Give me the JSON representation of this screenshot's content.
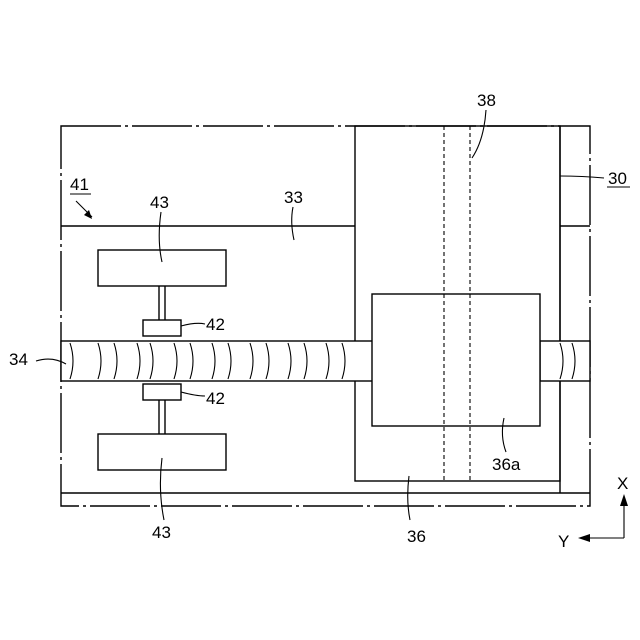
{
  "labels": {
    "ref_30": "30",
    "ref_33": "33",
    "ref_34": "34",
    "ref_36": "36",
    "ref_36a": "36a",
    "ref_38": "38",
    "ref_41": "41",
    "ref_42_upper": "42",
    "ref_42_lower": "42",
    "ref_43_upper": "43",
    "ref_43_lower": "43"
  },
  "axes": {
    "x_label": "X",
    "y_label": "Y"
  }
}
